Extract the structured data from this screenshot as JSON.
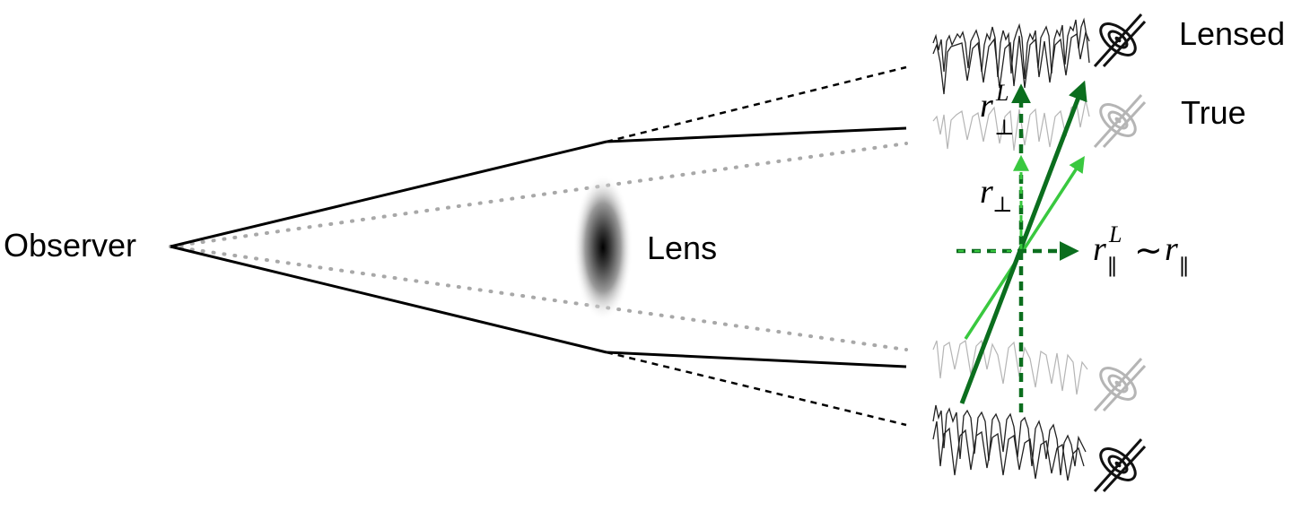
{
  "labels": {
    "observer": "Observer",
    "lens": "Lens",
    "lensed": "Lensed",
    "true": "True"
  },
  "math": {
    "r_perp_lensed": {
      "base": "r",
      "sub": "⊥",
      "sup": "L"
    },
    "r_perp": {
      "base": "r",
      "sub": "⊥"
    },
    "r_par_lensed": {
      "base": "r",
      "sub": "∥",
      "sup": "L"
    },
    "approx": "∼",
    "r_par": {
      "base": "r",
      "sub": "∥"
    }
  },
  "colors": {
    "dark_green": "#0b6e1e",
    "light_green": "#39c83f",
    "ray": "#000000",
    "dotted_ray": "#a8a8a8",
    "true_spectrum": "#b5b5b5",
    "lensed_spectrum": "#222222"
  },
  "icons": [
    "galaxy-icon",
    "quasar-icon"
  ]
}
